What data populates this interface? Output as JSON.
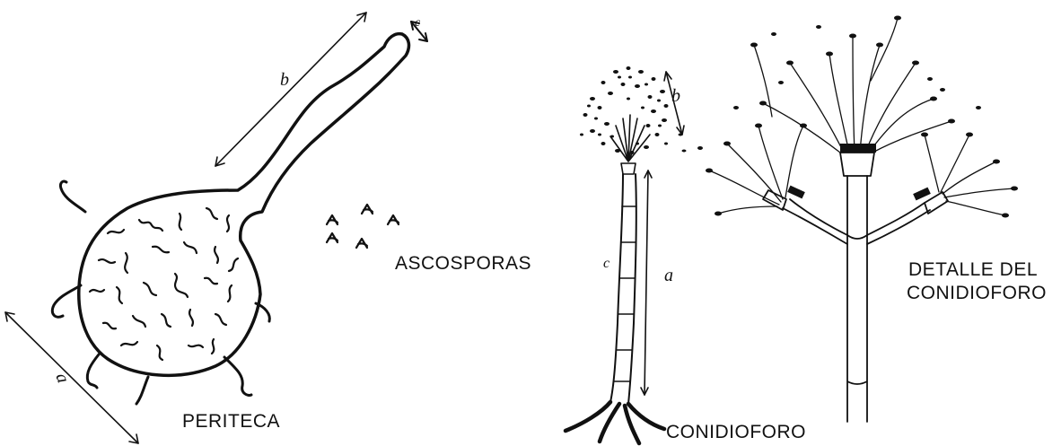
{
  "labels": {
    "periteca": "PERITECA",
    "ascosporas": "ASCOSPORAS",
    "conidioforo": "CONIDIOFORO",
    "detalle_line1": "DETALLE DEL",
    "detalle_line2": "CONIDIOFORO"
  },
  "measure_marks": {
    "neck_length": "b",
    "neck_width": "c",
    "body_diameter": "a",
    "head_size": "b",
    "stipe_length": "a",
    "stipe_width": "c"
  }
}
